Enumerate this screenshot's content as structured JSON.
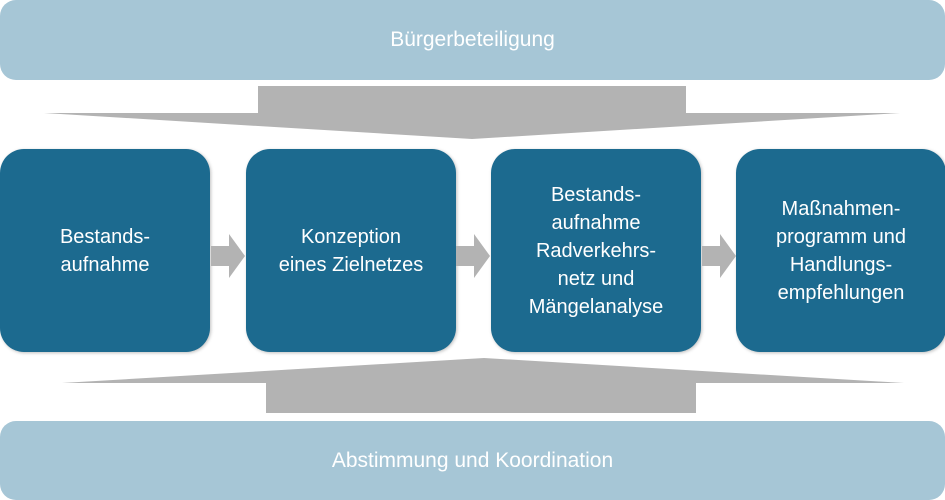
{
  "top_band": {
    "label": "Bürgerbeteiligung"
  },
  "bottom_band": {
    "label": "Abstimmung und Koordination"
  },
  "steps": [
    {
      "label": "Bestands-\naufnahme"
    },
    {
      "label": "Konzeption\neines Zielnetzes"
    },
    {
      "label": "Bestands-\naufnahme\nRadverkehrs-\nnetz und\nMängelanalyse"
    },
    {
      "label": "Maßnahmen-\nprogramm und\nHandlungs-\nempfehlungen"
    }
  ],
  "colors": {
    "band": "#a6c6d6",
    "box": "#1c6a8f",
    "arrow": "#b3b3b3",
    "text": "#ffffff"
  }
}
